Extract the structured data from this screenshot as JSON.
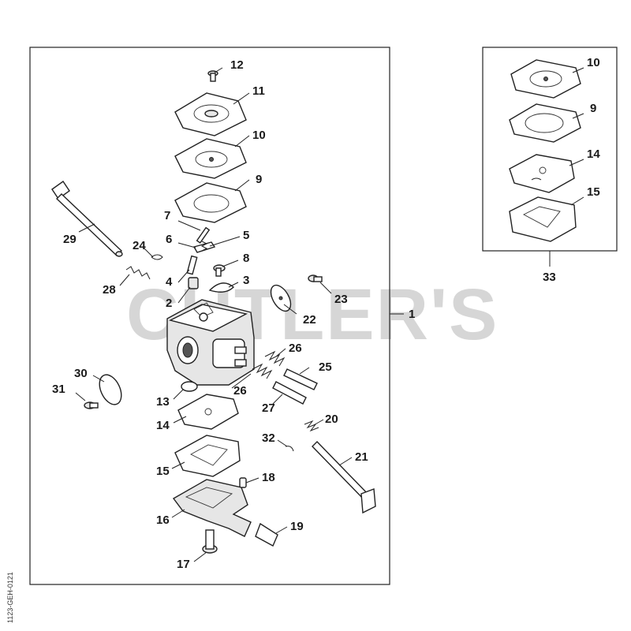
{
  "watermark": "CUTLER'S",
  "side_code": "1123-GEH-0121",
  "main_box": {
    "assembly_number": "1",
    "callouts": [
      "2",
      "3",
      "4",
      "5",
      "6",
      "7",
      "8",
      "9",
      "10",
      "11",
      "12",
      "13",
      "14",
      "15",
      "16",
      "17",
      "18",
      "19",
      "20",
      "21",
      "22",
      "23",
      "24",
      "25",
      "26",
      "26",
      "27",
      "28",
      "29",
      "30",
      "31",
      "32"
    ]
  },
  "kit_box": {
    "kit_number": "33",
    "callouts": [
      "10",
      "9",
      "14",
      "15"
    ]
  }
}
